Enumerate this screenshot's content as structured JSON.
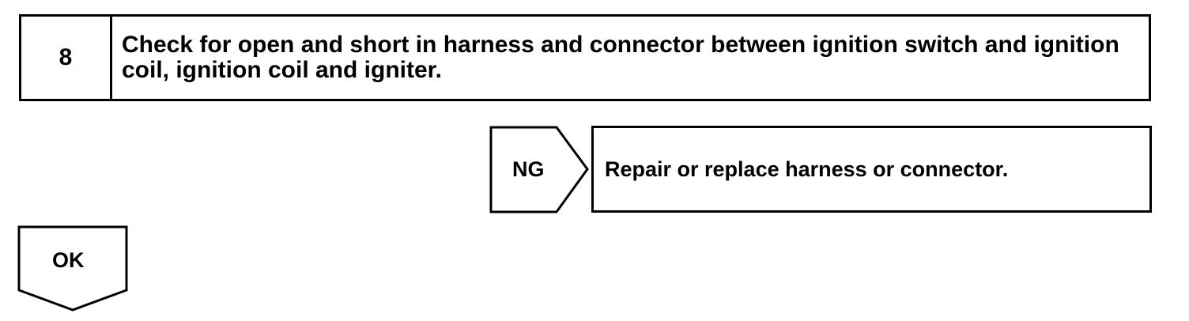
{
  "step": {
    "number": "8",
    "text": "Check for open and short in harness and connector between ignition switch and ignition coil, ignition coil and igniter."
  },
  "ng_branch": {
    "label": "NG",
    "result": "Repair or replace harness or connector."
  },
  "ok_branch": {
    "label": "OK"
  }
}
